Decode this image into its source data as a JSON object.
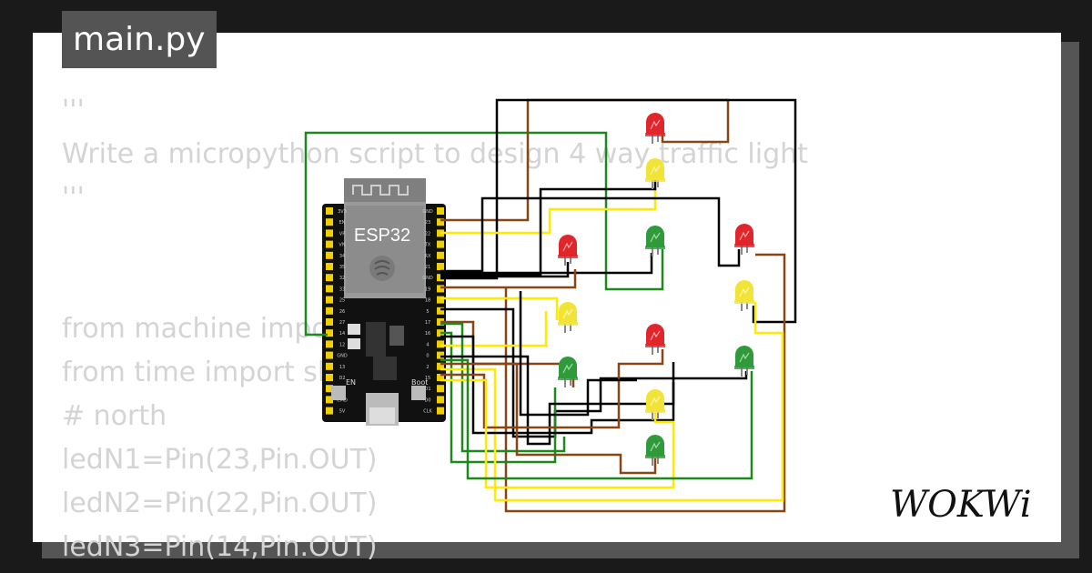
{
  "file_tab": {
    "label": "main.py"
  },
  "code_lines": [
    "'''",
    "Write a micropython script to design 4 way traffic light",
    "'''",
    "",
    "",
    "from machine import Pin",
    "from time import sleep",
    "# north",
    "ledN1=Pin(23,Pin.OUT)",
    "ledN2=Pin(22,Pin.OUT)",
    "ledN3=Pin(14,Pin.OUT)"
  ],
  "board": {
    "chip_label": "ESP32",
    "en_label": "EN",
    "boot_label": "Boot",
    "left_pins": [
      "3V3",
      "EN",
      "VP",
      "VN",
      "34",
      "35",
      "32",
      "33",
      "25",
      "26",
      "27",
      "14",
      "12",
      "GND",
      "13",
      "D2",
      "D3",
      "CMD",
      "5V"
    ],
    "right_pins": [
      "GND",
      "23",
      "22",
      "TX",
      "RX",
      "21",
      "GND",
      "19",
      "18",
      "5",
      "17",
      "16",
      "4",
      "0",
      "2",
      "15",
      "D1",
      "D0",
      "CLK"
    ]
  },
  "leds": [
    {
      "id": "n-red",
      "color": "red"
    },
    {
      "id": "n-yellow",
      "color": "yellow"
    },
    {
      "id": "n-green",
      "color": "green"
    },
    {
      "id": "w-red",
      "color": "red"
    },
    {
      "id": "w-yellow",
      "color": "yellow"
    },
    {
      "id": "w-green",
      "color": "green"
    },
    {
      "id": "s-red",
      "color": "red"
    },
    {
      "id": "s-yellow",
      "color": "yellow"
    },
    {
      "id": "s-green",
      "color": "green"
    },
    {
      "id": "e-red",
      "color": "red"
    },
    {
      "id": "e-yellow",
      "color": "yellow"
    },
    {
      "id": "e-green",
      "color": "green"
    }
  ],
  "colors": {
    "red_led": "#e0262a",
    "yellow_led": "#f2e437",
    "green_led": "#2e9a3a",
    "wire_black": "#000000",
    "wire_brown": "#8b4513",
    "wire_green": "#1a8a1a",
    "wire_yellow": "#ffea00",
    "code_text": "#d4d4d4"
  },
  "logo": {
    "text": "WOKWi"
  }
}
